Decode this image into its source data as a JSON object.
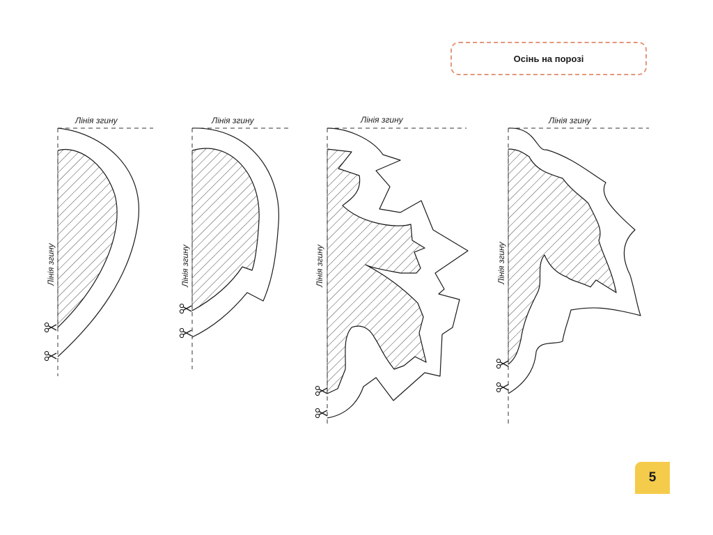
{
  "header": {
    "title": "Осінь на порозі"
  },
  "page": {
    "number": "5"
  },
  "templates": {
    "fold_label": "Лінія згину",
    "items": [
      {
        "name": "round-shape",
        "top_label": "Лінія згину",
        "side_label": "Лінія згину"
      },
      {
        "name": "round-notched-shape",
        "top_label": "Лінія згину",
        "side_label": "Лінія згину"
      },
      {
        "name": "maple-leaf-shape",
        "top_label": "Лінія згину",
        "side_label": "Лінія згину"
      },
      {
        "name": "oak-leaf-shape",
        "top_label": "Лінія згину",
        "side_label": "Лінія згину"
      }
    ]
  },
  "colors": {
    "badge_border": "#e2987a",
    "page_badge": "#f4cb4a",
    "line": "#1a1a1a"
  },
  "icons": [
    "scissors-icon"
  ]
}
